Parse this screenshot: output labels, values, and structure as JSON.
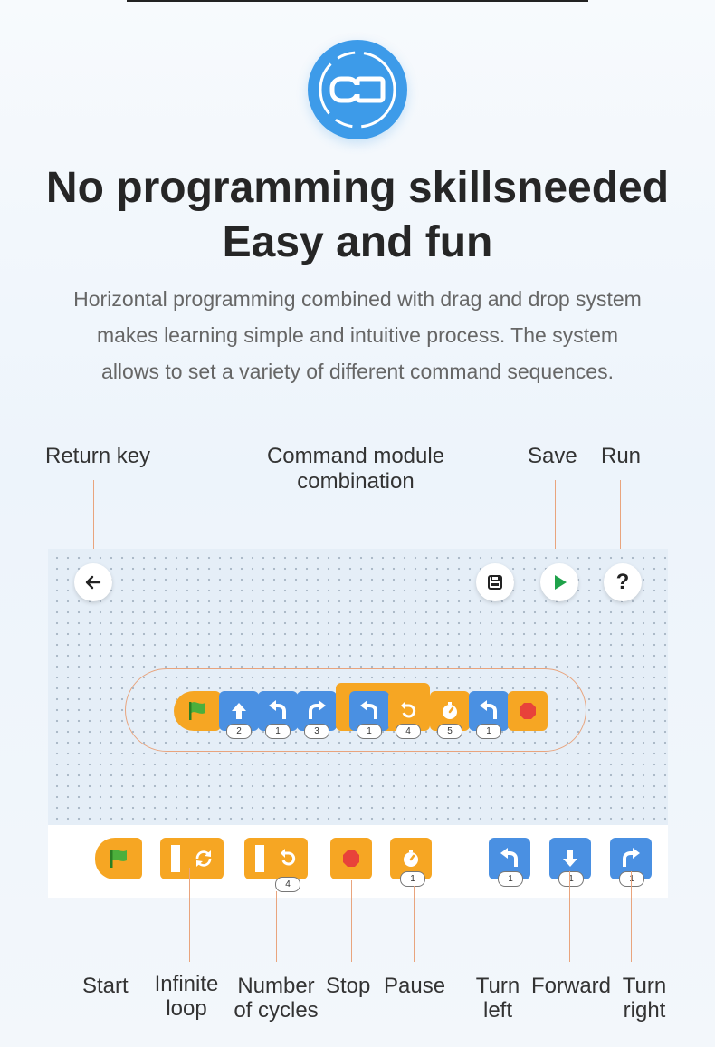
{
  "header": {
    "logo_icon": "link-block-icon",
    "title_line1": "No programming skillsneeded",
    "title_line2": "Easy and fun",
    "description": [
      "Horizontal programming combined with drag and drop system",
      "makes learning simple and intuitive process. The system",
      "allows to set a variety of different command sequences."
    ]
  },
  "callouts": {
    "return_key": "Return key",
    "command_module_line1": "Command module",
    "command_module_line2": "combination",
    "save": "Save",
    "run": "Run"
  },
  "toolbar": {
    "back_icon": "arrow-left-icon",
    "save_icon": "save-icon",
    "run_icon": "play-icon",
    "help_icon": "question-icon",
    "help_glyph": "?"
  },
  "sequence": {
    "blocks": [
      {
        "type": "start",
        "icon": "flag-icon"
      },
      {
        "type": "forward",
        "icon": "arrow-up-icon",
        "count": "2"
      },
      {
        "type": "turn-left",
        "icon": "turn-left-icon",
        "count": "1"
      },
      {
        "type": "turn-right",
        "icon": "turn-right-icon",
        "count": "3"
      },
      {
        "type": "turn-left",
        "icon": "turn-left-icon",
        "count": "1"
      },
      {
        "type": "cycles",
        "icon": "loop-icon",
        "count": "4"
      },
      {
        "type": "pause",
        "icon": "timer-icon",
        "count": "5"
      },
      {
        "type": "turn-left",
        "icon": "turn-left-icon",
        "count": "1"
      },
      {
        "type": "stop",
        "icon": "stop-icon"
      }
    ]
  },
  "palette": {
    "cycles_count": "4",
    "pause_count": "1",
    "turn_left_count": "1",
    "forward_count": "1",
    "turn_right_count": "1"
  },
  "labels": {
    "start": "Start",
    "infinite_loop_line1": "Infinite",
    "infinite_loop_line2": "loop",
    "cycles_line1": "Number",
    "cycles_line2": "of cycles",
    "stop": "Stop",
    "pause": "Pause",
    "turn_left_line1": "Turn",
    "turn_left_line2": "left",
    "forward": "Forward",
    "turn_right_line1": "Turn",
    "turn_right_line2": "right"
  },
  "colors": {
    "blue_block": "#4a90e2",
    "orange_block": "#f6a623",
    "stop_red": "#e8423a",
    "flag_green": "#4caf3c",
    "run_green": "#1fa24a",
    "logo_blue": "#3d9be9",
    "callout_line": "#e9a47d"
  }
}
